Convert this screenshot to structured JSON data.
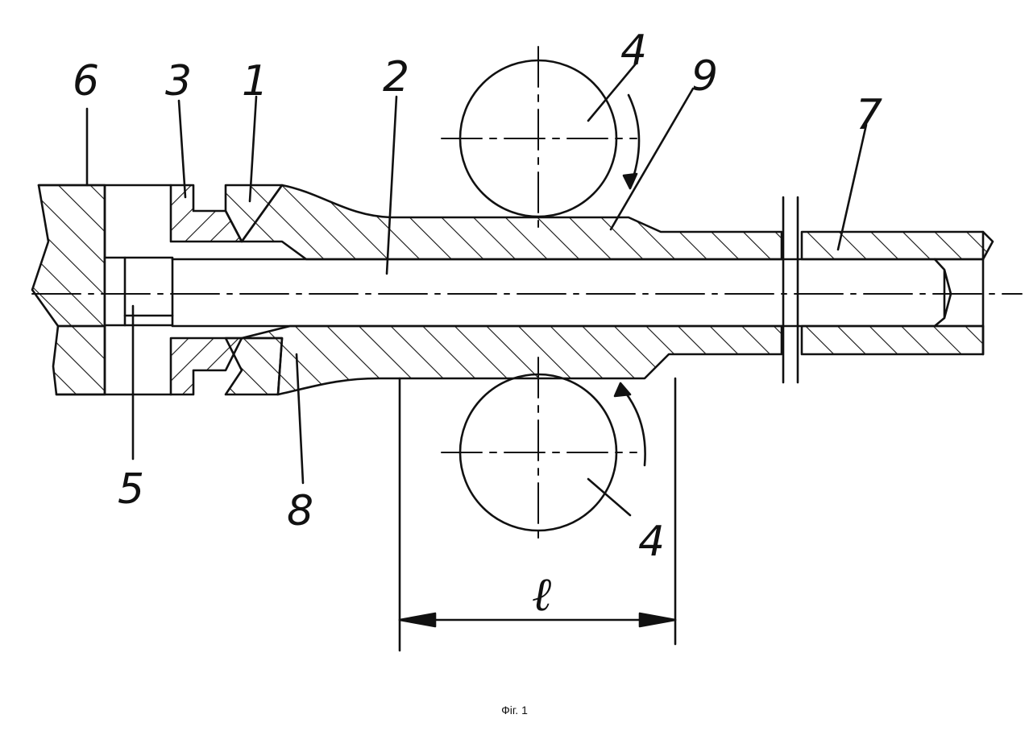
{
  "labels": {
    "l6": "6",
    "l3": "3",
    "l1": "1",
    "l2": "2",
    "l4_top": "4",
    "l9": "9",
    "l7": "7",
    "l5": "5",
    "l8": "8",
    "l4_bottom": "4",
    "length": "ℓ"
  },
  "caption": "Фіг. 1"
}
